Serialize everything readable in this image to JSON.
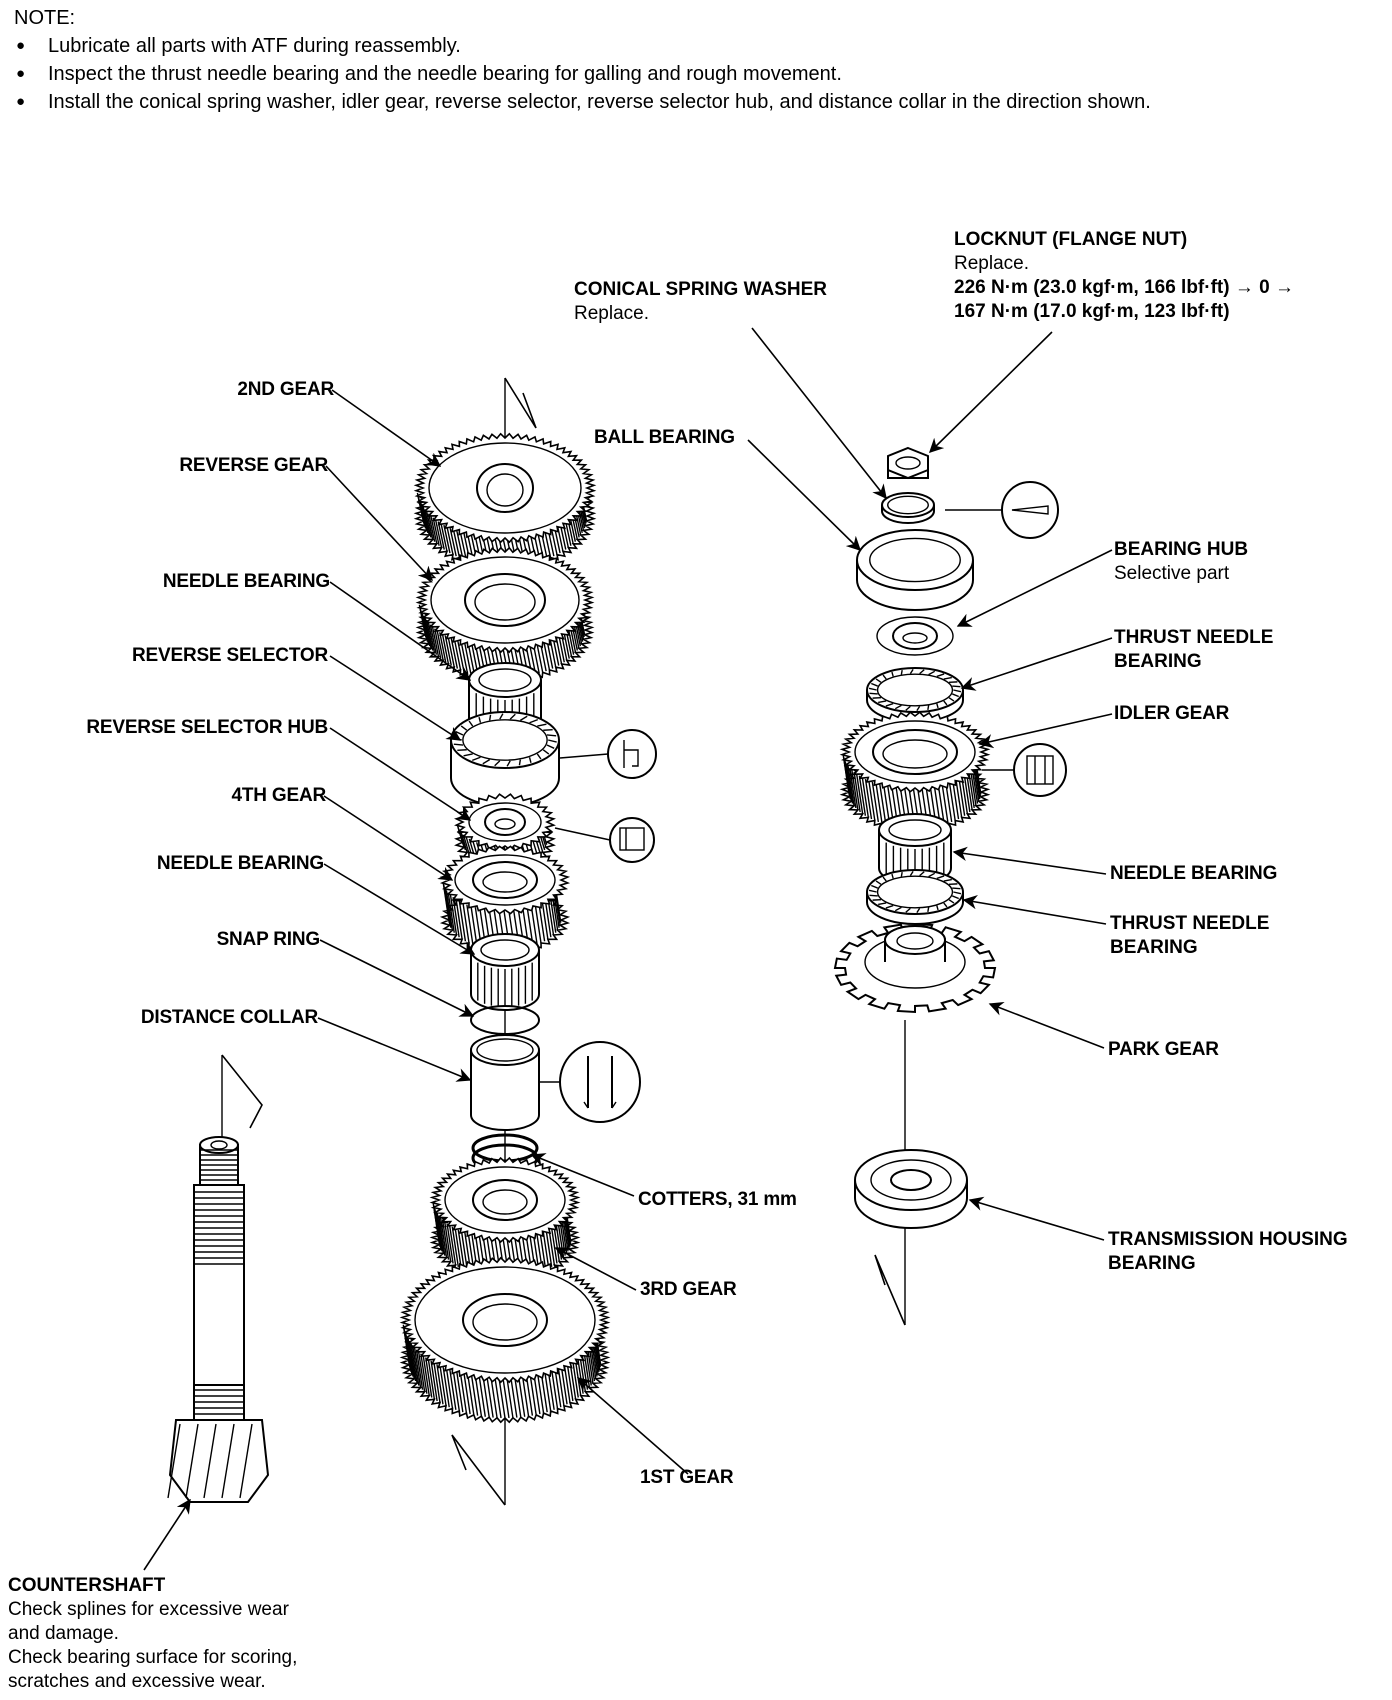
{
  "note": {
    "title": "NOTE:",
    "bullets": [
      "Lubricate all parts with ATF during reassembly.",
      "Inspect the thrust needle bearing and the needle bearing for galling and rough movement.",
      "Install the conical spring washer, idler gear, reverse selector, reverse selector hub, and distance collar in the direction shown."
    ]
  },
  "labels": {
    "locknut": {
      "title": "LOCKNUT (FLANGE NUT)",
      "sub": "Replace.",
      "torque1": "226 N·m (23.0 kgf·m, 166 lbf·ft) → 0 →",
      "torque2": "167 N·m (17.0 kgf·m, 123 lbf·ft)"
    },
    "conical_washer": {
      "title": "CONICAL SPRING WASHER",
      "sub": "Replace."
    },
    "ball_bearing": "BALL BEARING",
    "bearing_hub": {
      "title": "BEARING HUB",
      "sub": "Selective part"
    },
    "thrust_needle_1": {
      "line1": "THRUST NEEDLE",
      "line2": "BEARING"
    },
    "idler_gear": "IDLER GEAR",
    "needle_bearing_right": "NEEDLE BEARING",
    "thrust_needle_2": {
      "line1": "THRUST NEEDLE",
      "line2": "BEARING"
    },
    "park_gear": "PARK GEAR",
    "transmission_bearing": {
      "line1": "TRANSMISSION HOUSING",
      "line2": "BEARING"
    },
    "second_gear": "2ND GEAR",
    "reverse_gear": "REVERSE GEAR",
    "needle_bearing_1": "NEEDLE BEARING",
    "reverse_selector": "REVERSE SELECTOR",
    "reverse_selector_hub": "REVERSE SELECTOR HUB",
    "fourth_gear": "4TH GEAR",
    "needle_bearing_2": "NEEDLE BEARING",
    "snap_ring": "SNAP RING",
    "distance_collar": "DISTANCE COLLAR",
    "cotters": "COTTERS, 31 mm",
    "third_gear": "3RD GEAR",
    "first_gear": "1ST GEAR",
    "countershaft": {
      "title": "COUNTERSHAFT",
      "notes": [
        "Check splines for excessive wear",
        "and damage.",
        "Check bearing surface for scoring,",
        "scratches and excessive wear."
      ]
    }
  }
}
